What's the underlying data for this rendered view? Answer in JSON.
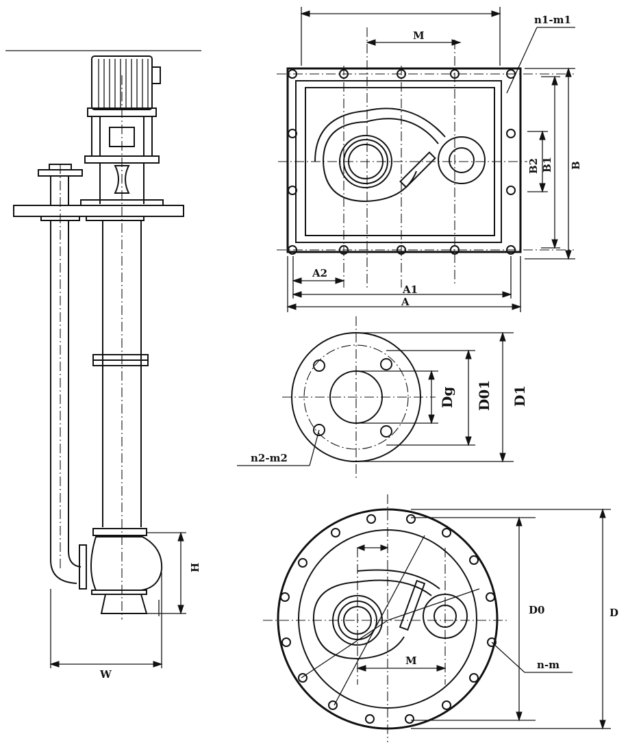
{
  "labels": {
    "front_W": "W",
    "front_H": "H",
    "top_M": "M",
    "top_n1m1": "n1-m1",
    "top_B2": "B2",
    "top_B1": "B1",
    "top_B": "B",
    "top_A2": "A2",
    "top_A1": "A1",
    "top_A": "A",
    "flange_Dg": "Dg",
    "flange_D01": "D01",
    "flange_D1": "D1",
    "flange_n2m2": "n2-m2",
    "round_D0": "D0",
    "round_D": "D",
    "round_nm": "n-m",
    "round_M": "M"
  }
}
